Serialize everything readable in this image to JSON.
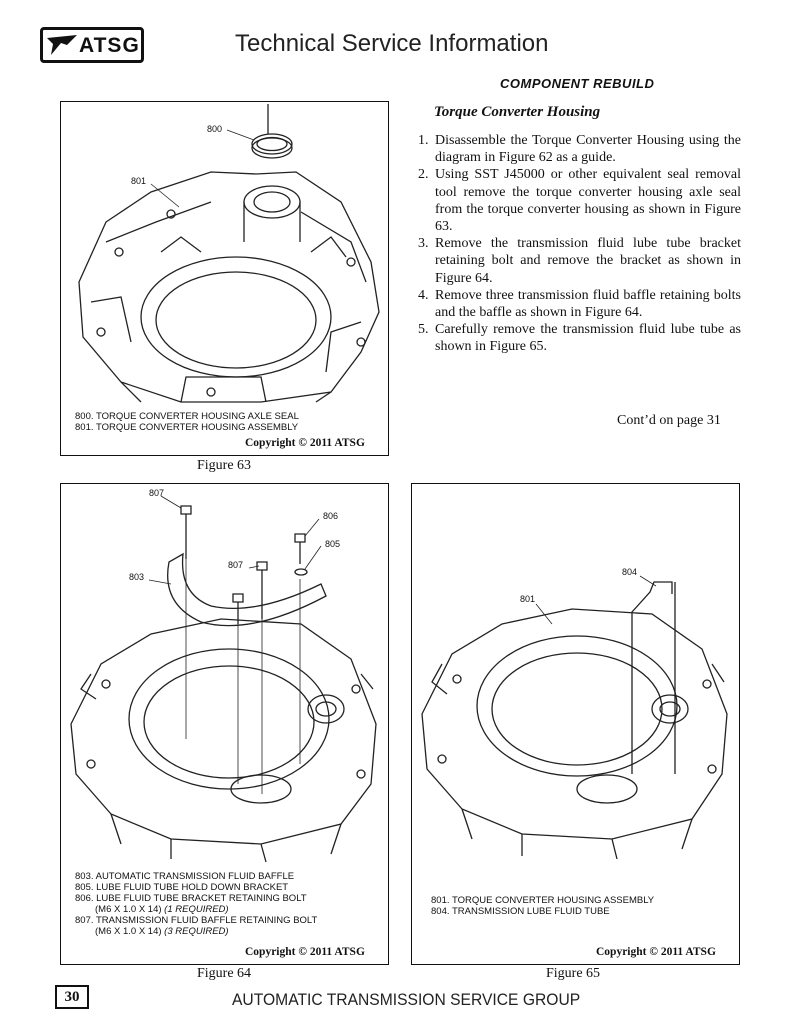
{
  "header": {
    "logo_text": "ATSG",
    "page_title": "Technical Service Information",
    "section_title": "COMPONENT REBUILD"
  },
  "instructions": {
    "heading": "Torque Converter Housing",
    "steps": [
      {
        "num": "1.",
        "text": "Disassemble the Torque Converter Housing using the diagram in Figure 62 as a guide."
      },
      {
        "num": "2.",
        "text": "Using SST J45000 or other equivalent seal removal tool remove the torque converter housing axle seal from the torque converter housing as shown in Figure 63."
      },
      {
        "num": "3.",
        "text": "Remove the transmission fluid lube tube bracket retaining bolt and remove the bracket as shown in Figure 64."
      },
      {
        "num": "4.",
        "text": "Remove three transmission fluid baffle retaining bolts and the baffle as shown in Figure 64."
      },
      {
        "num": "5.",
        "text": "Carefully remove the transmission fluid lube tube as shown in Figure 65."
      }
    ],
    "continued": "Cont’d on page 31"
  },
  "figure63": {
    "caption": "Figure 63",
    "callouts": {
      "c800": "800",
      "c801": "801"
    },
    "legend": [
      "800. TORQUE CONVERTER HOUSING AXLE SEAL",
      "801. TORQUE CONVERTER HOUSING ASSEMBLY"
    ],
    "copyright": "Copyright © 2011 ATSG"
  },
  "figure64": {
    "caption": "Figure 64",
    "callouts": {
      "c807a": "807",
      "c806": "806",
      "c805": "805",
      "c807b": "807",
      "c803": "803"
    },
    "legend": {
      "l1": "803. AUTOMATIC TRANSMISSION FLUID BAFFLE",
      "l2": "805. LUBE FLUID TUBE HOLD DOWN BRACKET",
      "l3": "806. LUBE FLUID TUBE BRACKET RETAINING BOLT",
      "l3_size": "(M6 X 1.0 X 14)",
      "l3_qty": "(1 REQUIRED)",
      "l4": "807. TRANSMISSION FLUID BAFFLE RETAINING BOLT",
      "l4_size": "(M6 X 1.0 X 14)",
      "l4_qty": "(3 REQUIRED)"
    },
    "copyright": "Copyright © 2011 ATSG"
  },
  "figure65": {
    "caption": "Figure 65",
    "callouts": {
      "c804": "804",
      "c801": "801"
    },
    "legend": [
      "801. TORQUE CONVERTER HOUSING ASSEMBLY",
      "804. TRANSMISSION LUBE FLUID TUBE"
    ],
    "copyright": "Copyright © 2011 ATSG"
  },
  "footer": {
    "page_number": "30",
    "title": "AUTOMATIC TRANSMISSION SERVICE GROUP"
  }
}
